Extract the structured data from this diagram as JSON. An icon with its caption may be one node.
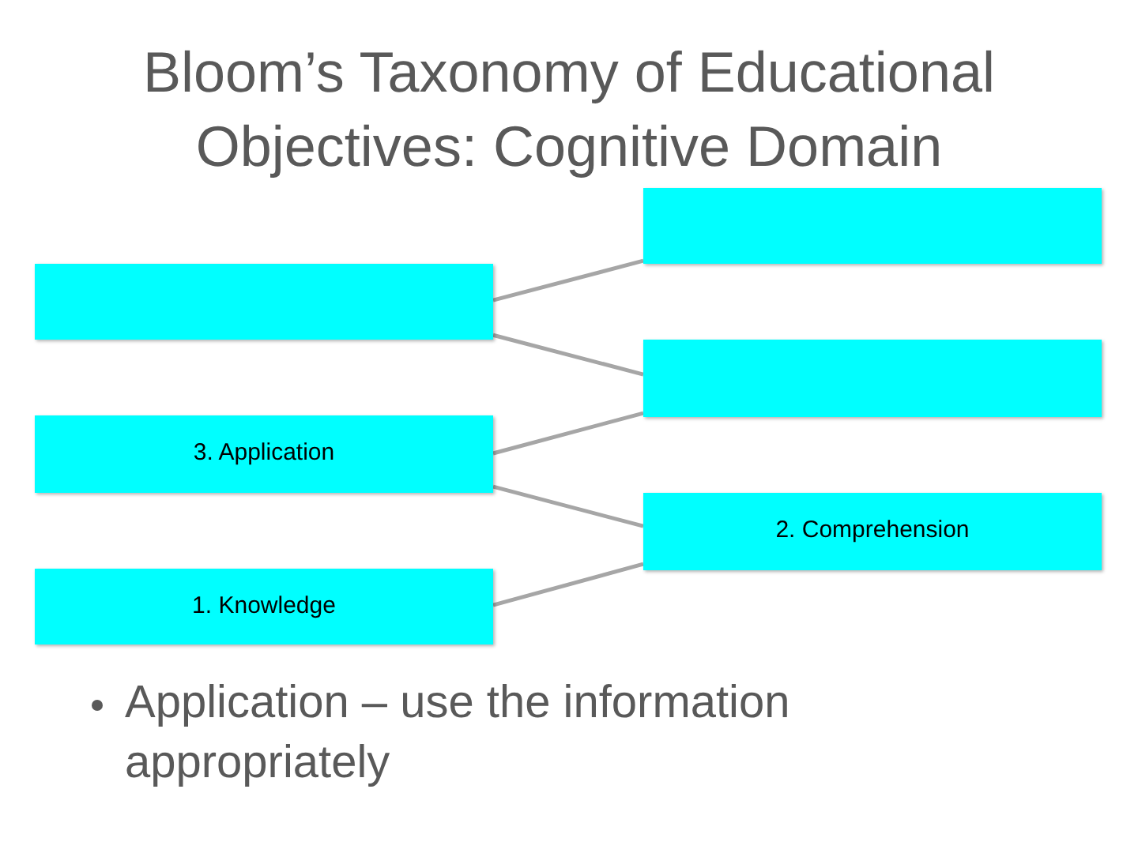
{
  "diagram": {
    "title": "Bloom’s Taxonomy of Educational Objectives: Cognitive Domain",
    "nodes": [
      {
        "text": [],
        "shape": "box"
      },
      {
        "text": [],
        "shape": "box"
      },
      {
        "text": [],
        "shape": "box"
      },
      {
        "text": [
          "3. Application"
        ]
      },
      {
        "text": [
          "2. Comprehension"
        ]
      },
      {
        "text": [
          "1. Knowledge"
        ]
      }
    ],
    "edges": [
      {
        "from": 5,
        "to": 4,
        "arrow": "none"
      },
      {
        "from": 4,
        "to": 3,
        "arrow": "none"
      },
      {
        "from": 3,
        "to": 2,
        "arrow": "none"
      },
      {
        "from": 2,
        "to": 1,
        "arrow": "none"
      },
      {
        "from": 1,
        "to": 0,
        "arrow": "none"
      }
    ],
    "labels": [
      "Application – use the information appropriately"
    ]
  }
}
